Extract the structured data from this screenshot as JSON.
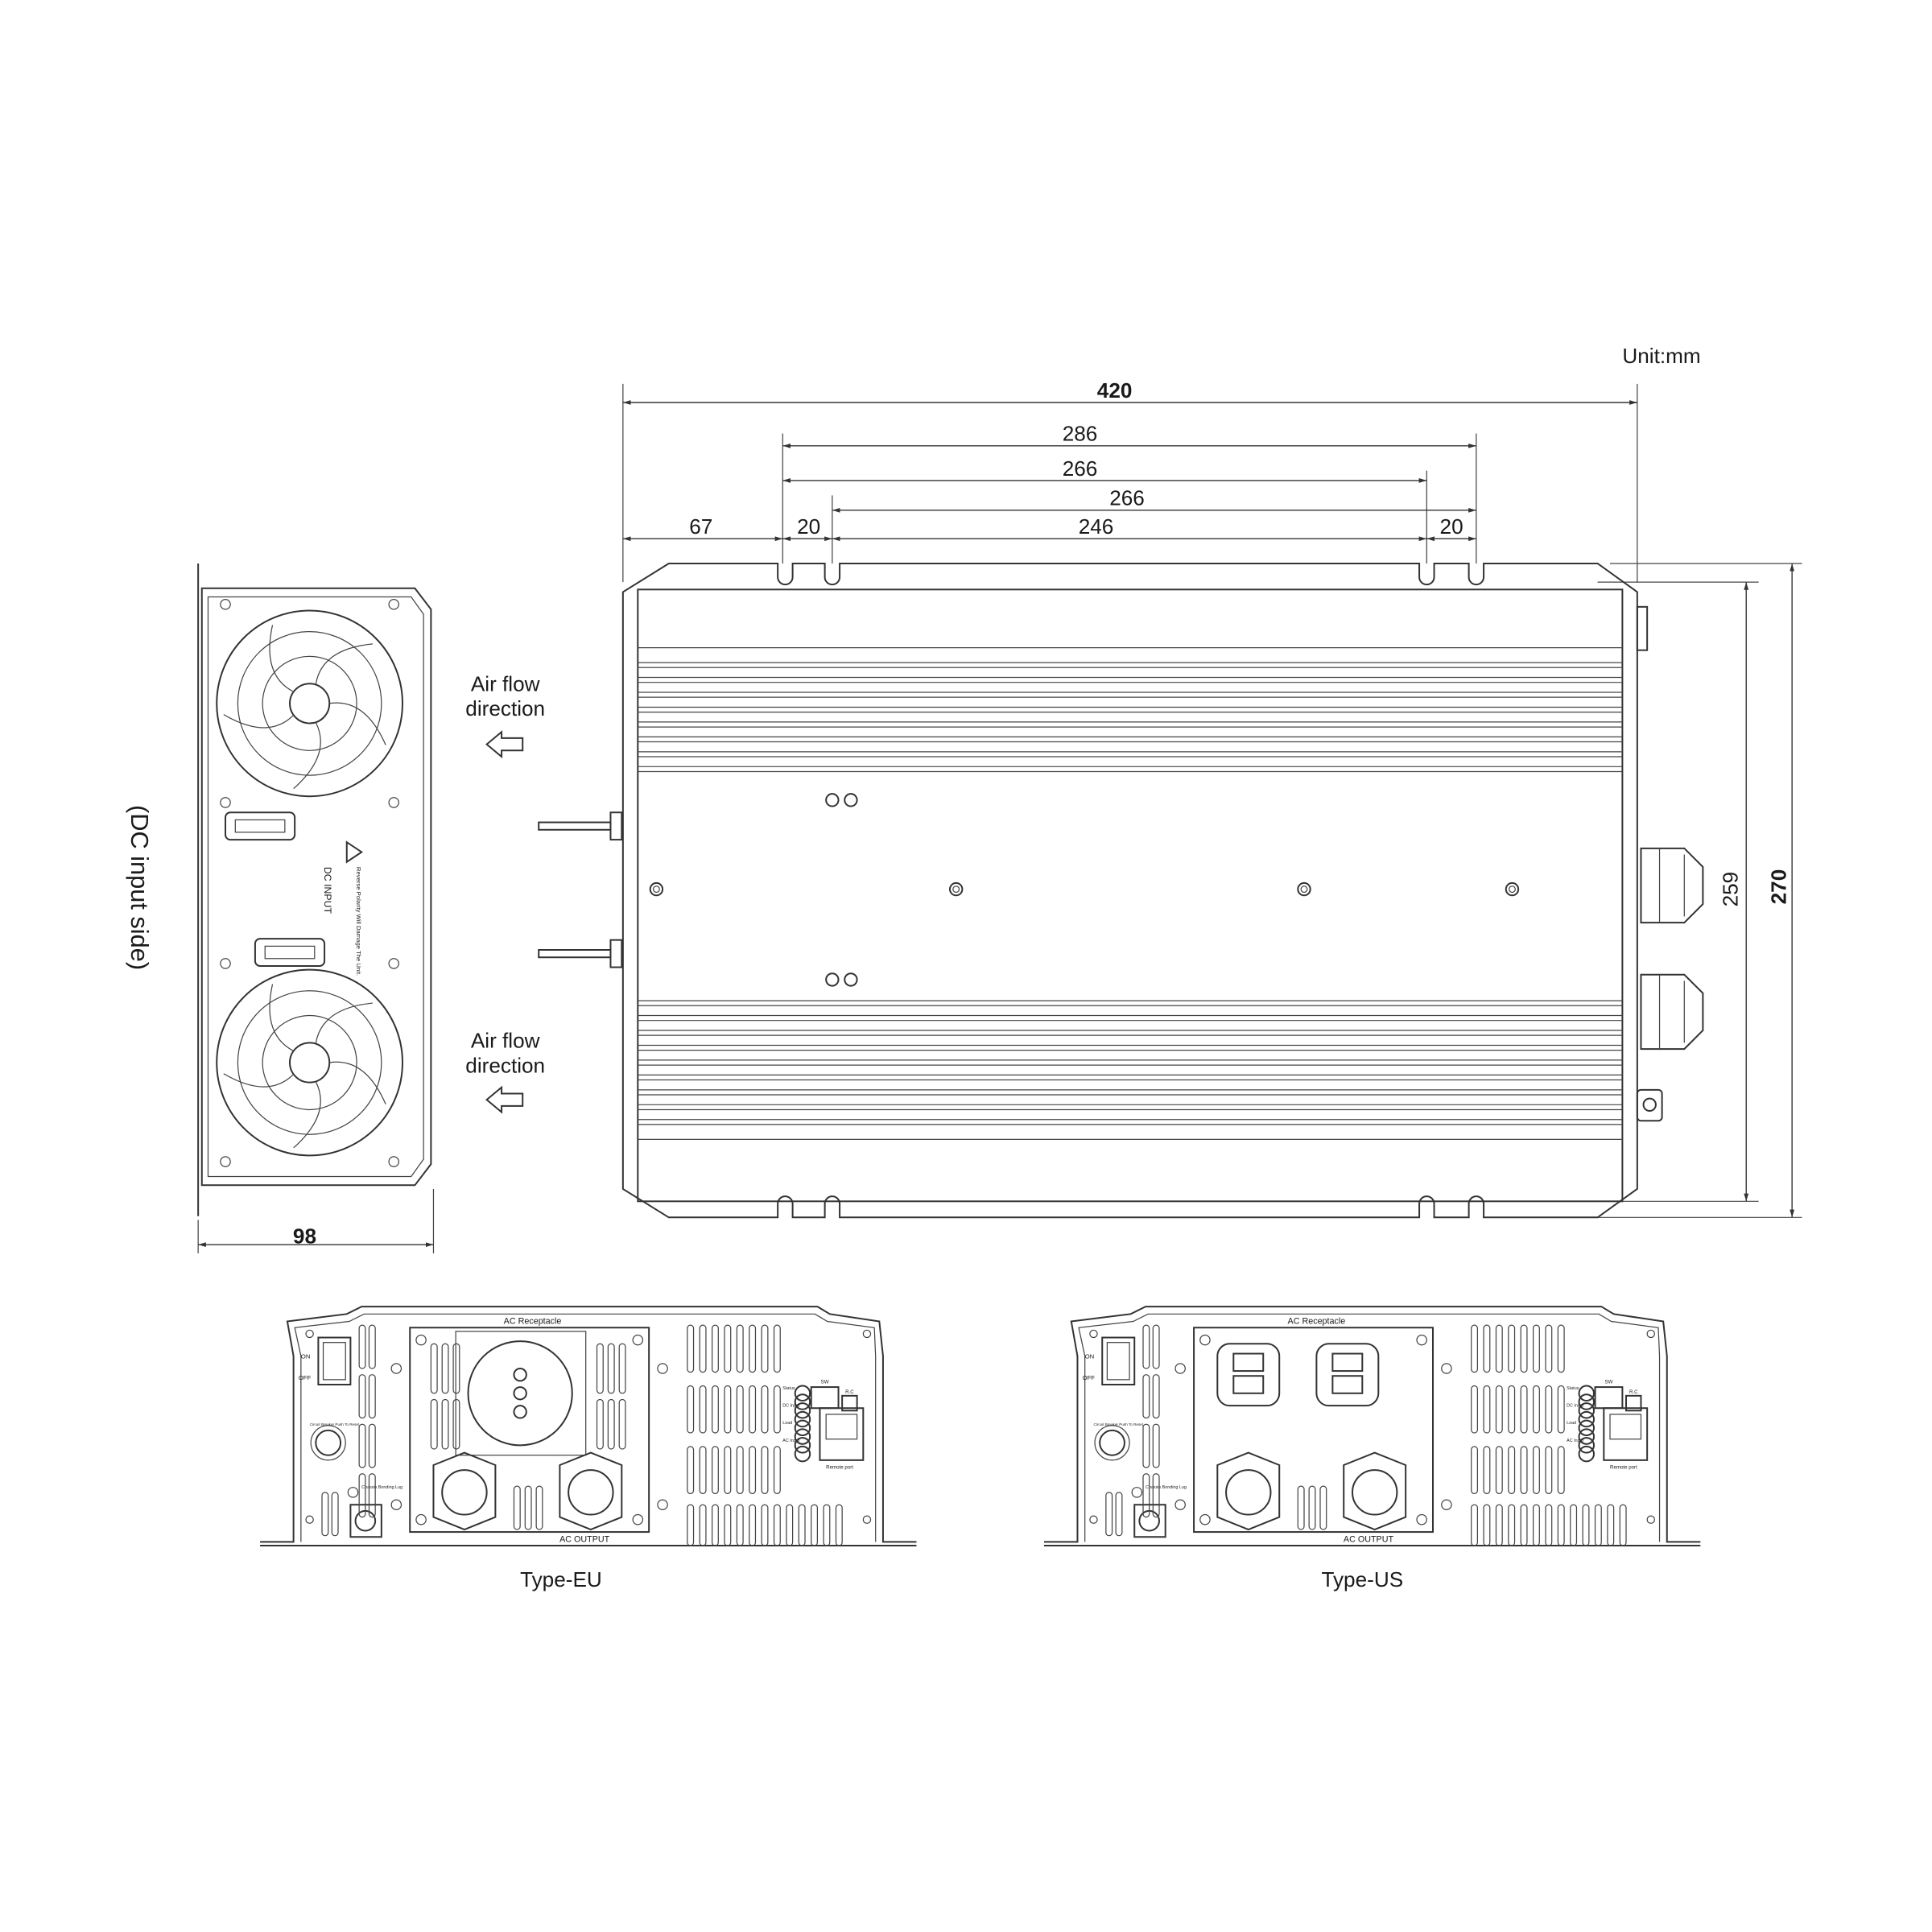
{
  "unit_label": "Unit:mm",
  "dimensions": {
    "overall_length": "420",
    "mount_span_outer": "286",
    "mount_span_a": "266",
    "mount_span_b": "266",
    "offset_left": "67",
    "slot_gap_left": "20",
    "slot_inner": "246",
    "slot_gap_right": "20",
    "side_width": "98",
    "inner_width": "259",
    "overall_width": "270"
  },
  "side_view": {
    "caption": "(DC input side)",
    "warning": "Reverse Polarity Will Damage The Unit.",
    "dc_label": "DC  INPUT",
    "airflow_line1": "Air flow",
    "airflow_line2": "direction"
  },
  "panels": {
    "ac_receptacle": "AC Receptacle",
    "ac_output": "AC OUTPUT",
    "on": "ON",
    "off": "OFF",
    "status": "Status",
    "dc_input": "DC Input",
    "load": "Load",
    "ac_input": "AC Input",
    "sw": "SW",
    "rc": "R.C",
    "remote_port": "Remote port",
    "chassis_lug": "Chassis Bonding Lug",
    "breaker": "Circuit Breaker Push To Reset",
    "type_eu": "Type-EU",
    "type_us": "Type-US"
  },
  "colors": {
    "line": "#333333",
    "background": "#ffffff"
  }
}
